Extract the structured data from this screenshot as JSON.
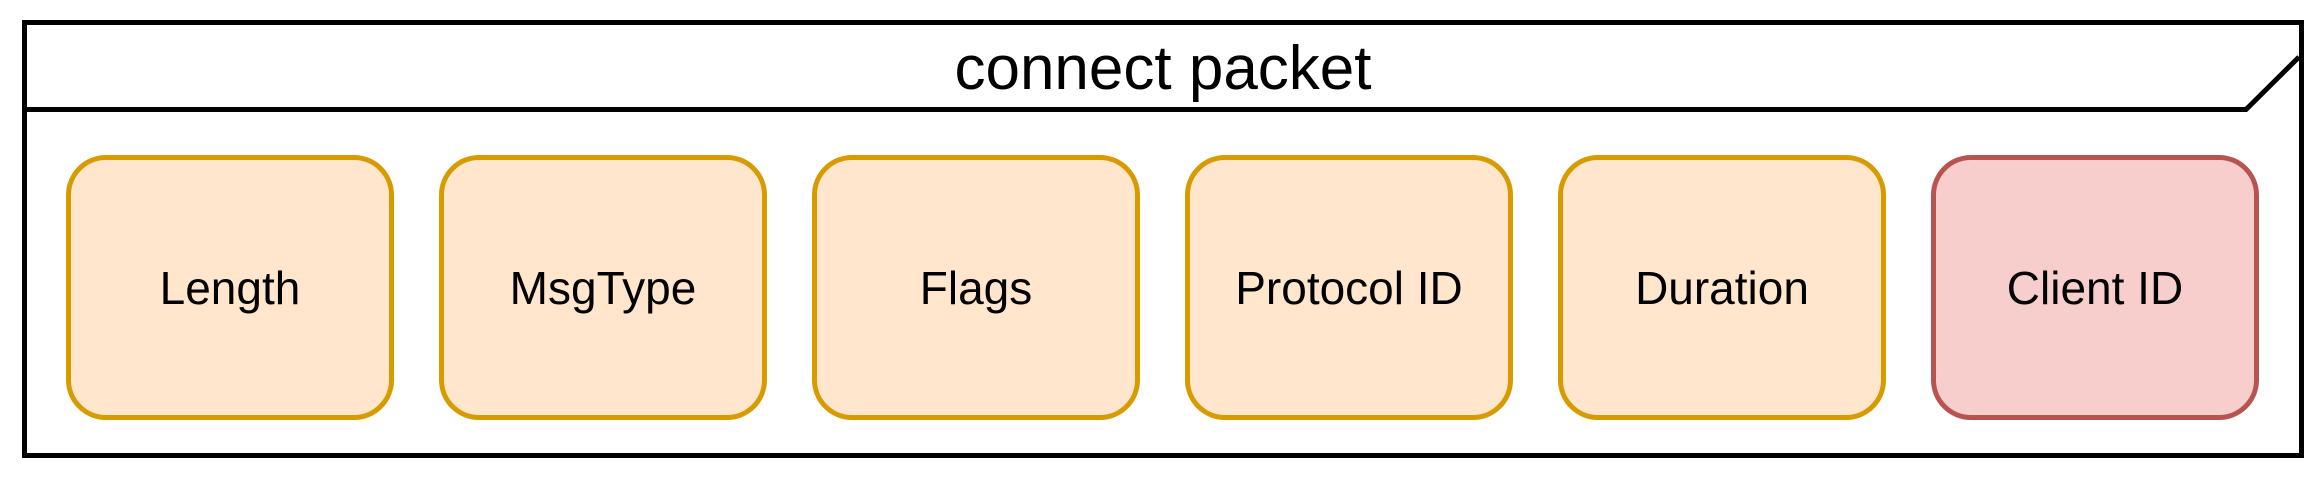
{
  "frame": {
    "title": "connect packet"
  },
  "fields": [
    {
      "label": "Length",
      "fill": "#ffe6cc",
      "stroke": "#d79b00"
    },
    {
      "label": "MsgType",
      "fill": "#ffe6cc",
      "stroke": "#d79b00"
    },
    {
      "label": "Flags",
      "fill": "#ffe6cc",
      "stroke": "#d79b00"
    },
    {
      "label": "Protocol ID",
      "fill": "#ffe6cc",
      "stroke": "#d79b00"
    },
    {
      "label": "Duration",
      "fill": "#ffe6cc",
      "stroke": "#d79b00"
    },
    {
      "label": "Client ID",
      "fill": "#f8cecc",
      "stroke": "#b85450"
    }
  ]
}
